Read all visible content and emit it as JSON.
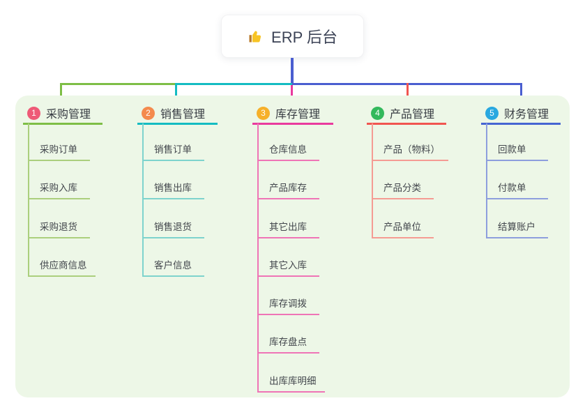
{
  "root": {
    "title": "ERP 后台",
    "icon": "thumbs-up-icon"
  },
  "branches": [
    {
      "badge": "1",
      "label": "采购管理",
      "color": "#7ebe46",
      "light_color": "#abcf7d",
      "badge_color": "#ee5a77",
      "children": [
        "采购订单",
        "采购入库",
        "采购退货",
        "供应商信息"
      ]
    },
    {
      "badge": "2",
      "label": "销售管理",
      "color": "#14bcc2",
      "light_color": "#7ed3cd",
      "badge_color": "#f48a4d",
      "children": [
        "销售订单",
        "销售出库",
        "销售退货",
        "客户信息"
      ]
    },
    {
      "badge": "3",
      "label": "库存管理",
      "color": "#e93a9e",
      "light_color": "#ef74b6",
      "badge_color": "#f6b02a",
      "children": [
        "仓库信息",
        "产品库存",
        "其它出库",
        "其它入库",
        "库存调拨",
        "库存盘点",
        "出库库明细"
      ]
    },
    {
      "badge": "4",
      "label": "产品管理",
      "color": "#f15550",
      "light_color": "#f59b93",
      "badge_color": "#33b95c",
      "children": [
        "产品（物料）",
        "产品分类",
        "产品单位"
      ]
    },
    {
      "badge": "5",
      "label": "财务管理",
      "color": "#4665d2",
      "light_color": "#8d9edd",
      "badge_color": "#29a8e0",
      "children": [
        "回款单",
        "付款单",
        "结算账户"
      ]
    }
  ],
  "palette": {
    "root_connector": "#4a5ed0",
    "panel_background": "#edf7e7",
    "heading_text": "#383c43",
    "child_text": "#43474d",
    "root_text": "#3b4255"
  }
}
